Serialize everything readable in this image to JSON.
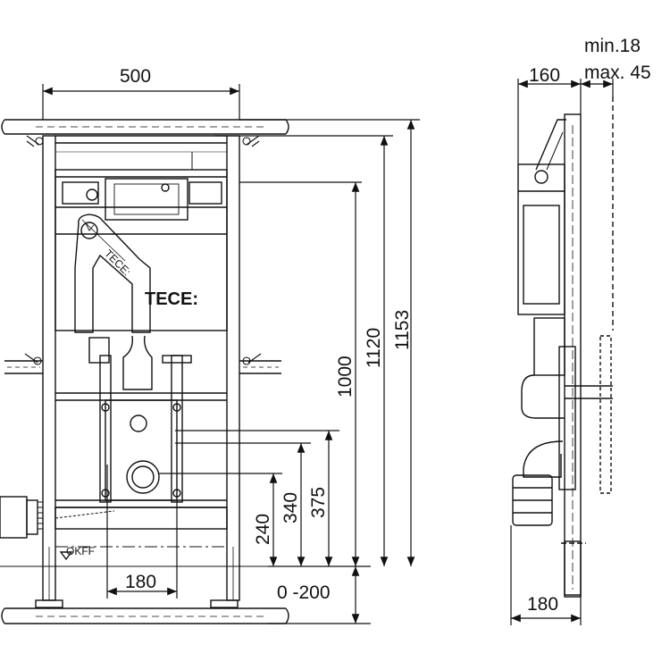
{
  "diagram": {
    "brand": "TECE:",
    "front_view": {
      "width_label": "500",
      "height_labels": [
        "1000",
        "1120",
        "1153"
      ],
      "outlet_labels": [
        "240",
        "340",
        "375"
      ],
      "foot_adjust_label": "0 -200",
      "bottom_width_label": "180",
      "floor_marker_label": "OKFF"
    },
    "side_view": {
      "depth_label": "160",
      "wall_min_label": "min.18",
      "wall_max_label": "max. 45",
      "bottom_depth_label": "180"
    }
  },
  "colors": {
    "line": "#111111",
    "hatch": "#888888",
    "background": "#ffffff"
  }
}
